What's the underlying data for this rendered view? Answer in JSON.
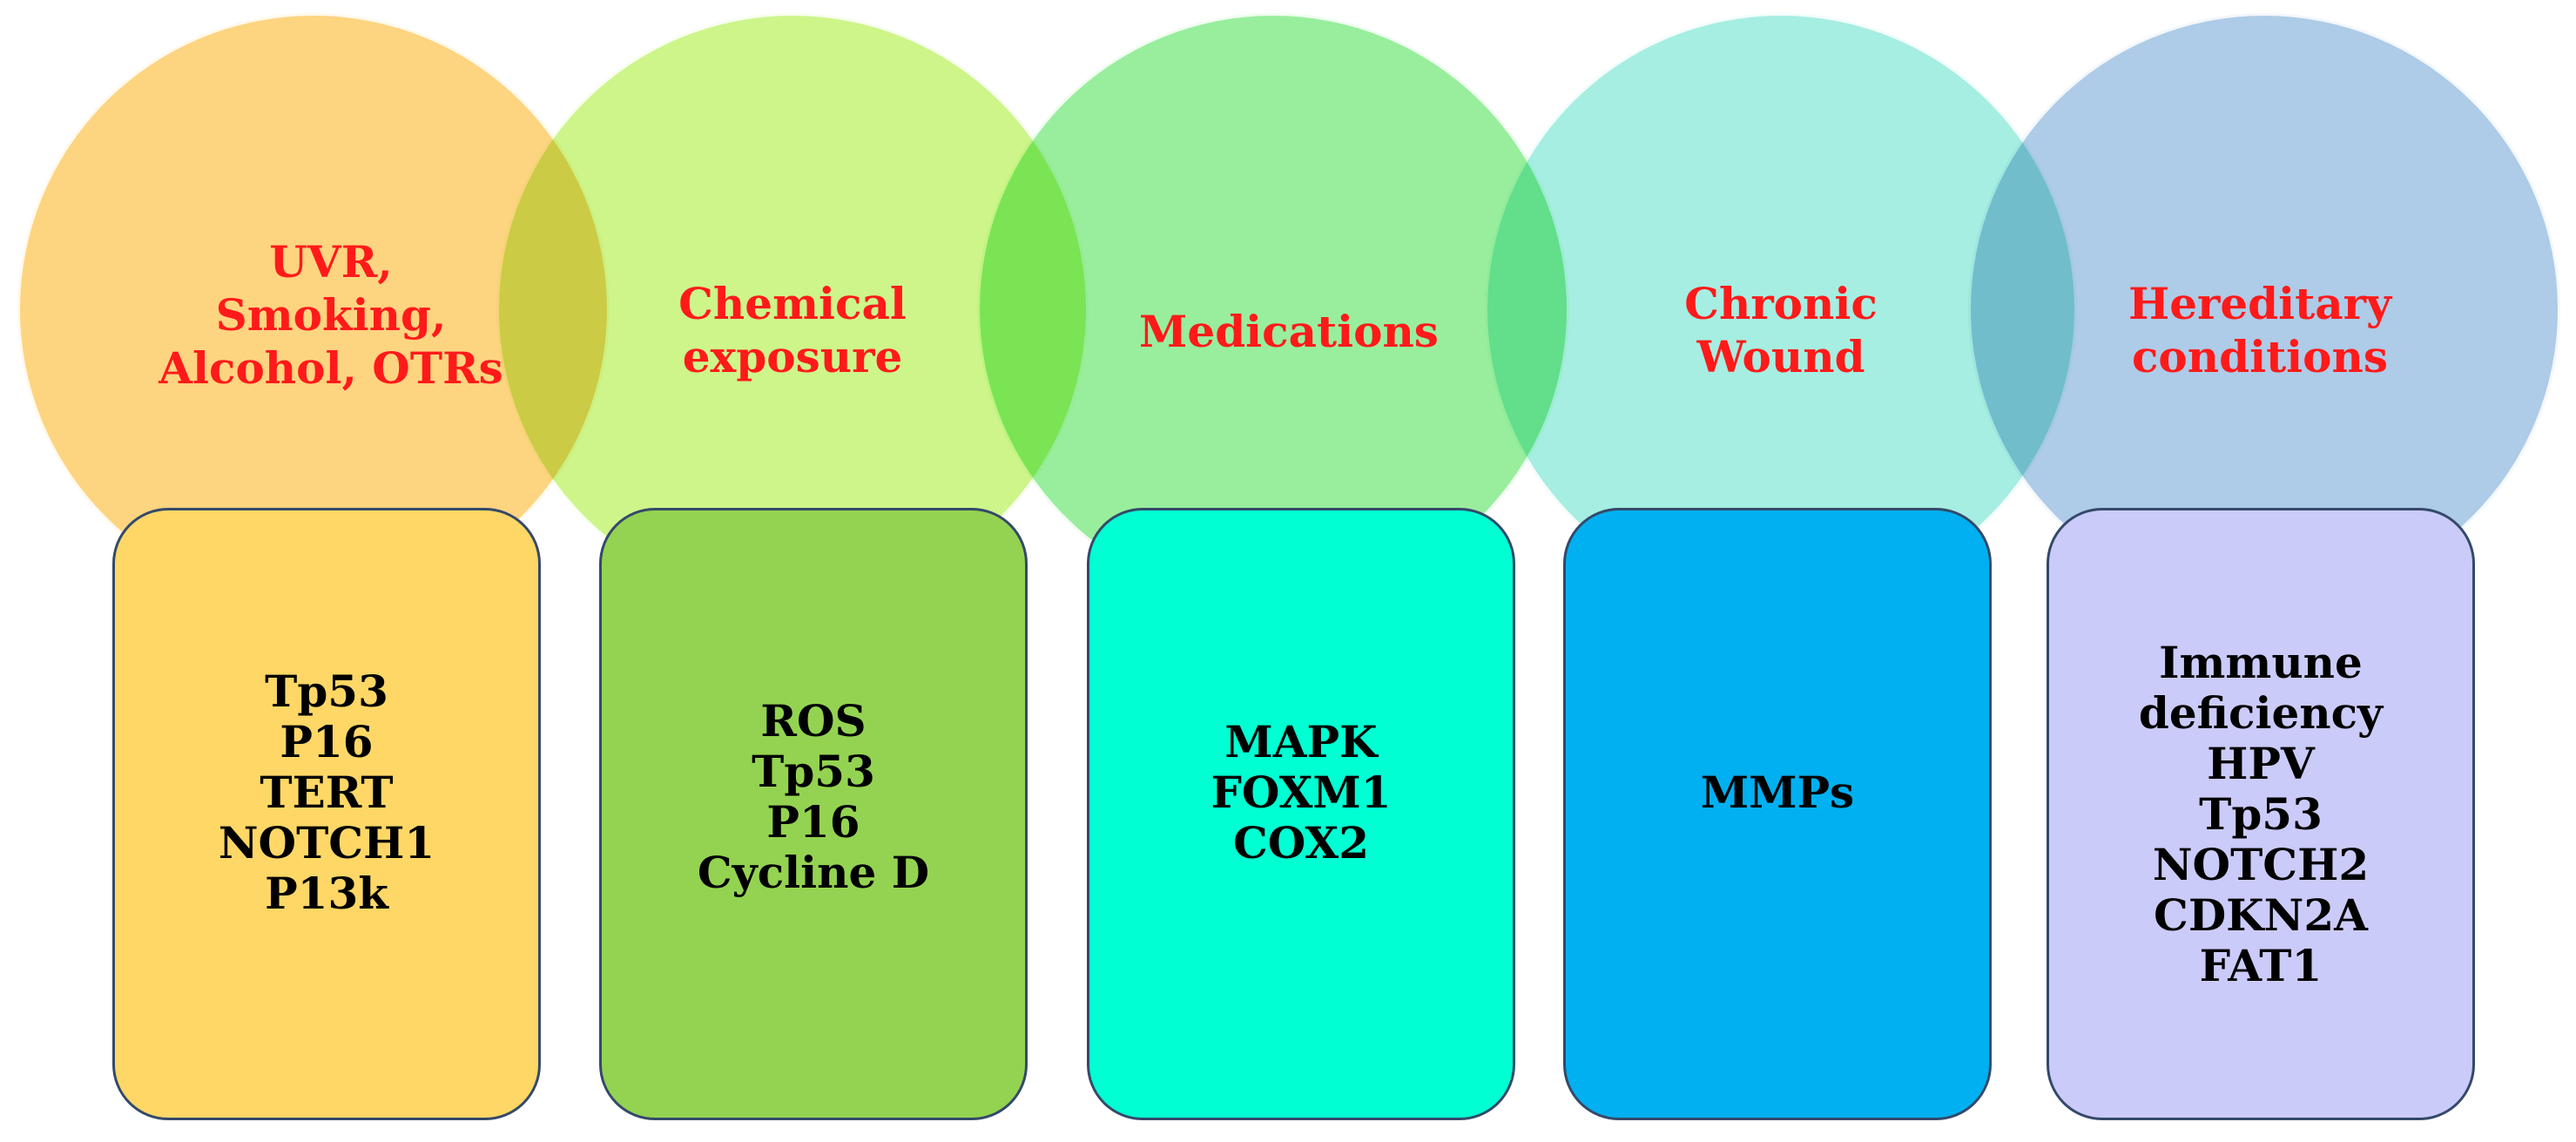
{
  "columns": [
    {
      "factor": [
        "UVR,",
        "Smoking,",
        "Alcohol, OTRs"
      ],
      "factor_circle_color": "#fdd480",
      "box_color": "#fed766",
      "genes": [
        "Tp53",
        "P16",
        "TERT",
        "NOTCH1",
        "P13k"
      ]
    },
    {
      "factor": [
        "Chemical",
        "exposure"
      ],
      "factor_circle_color": "#cdf58a",
      "box_color": "#94d351",
      "genes": [
        "ROS",
        "Tp53",
        "P16",
        "Cycline D"
      ]
    },
    {
      "factor": [
        "Medications"
      ],
      "factor_circle_color": "#98ee9d",
      "box_color": "#00ffd2",
      "genes": [
        "MAPK",
        "FOXM1",
        "COX2"
      ]
    },
    {
      "factor": [
        "Chronic",
        "Wound"
      ],
      "factor_circle_color": "#a6eee1",
      "box_color": "#00b0f0",
      "genes": [
        "MMPs"
      ]
    },
    {
      "factor": [
        "Hereditary",
        "conditions"
      ],
      "factor_circle_color": "#aecbe7",
      "box_color": "#cbcbfa",
      "genes": [
        "Immune",
        "deficiency",
        "HPV",
        "Tp53",
        "NOTCH2",
        "CDKN2A",
        "FAT1"
      ]
    }
  ],
  "colors": {
    "factor_text": "#ff1a1a",
    "gene_text": "#000000",
    "box_border": "#34496a"
  }
}
